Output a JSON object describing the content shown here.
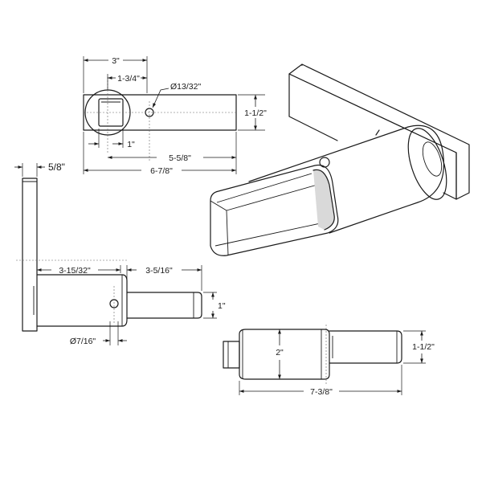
{
  "dimensions": {
    "top_overall_width": "3\"",
    "top_square_offset": "1-3/4\"",
    "top_hole_diameter": "Ø13/32\"",
    "top_height": "1-1/2\"",
    "top_square_size": "1\"",
    "top_hole_to_end": "5-5/8\"",
    "top_total_length": "6-7/8\"",
    "side_plate_thickness": "5/8\"",
    "side_body_length": "3-15/32\"",
    "side_shaft_length": "3-5/16\"",
    "side_shaft_width": "1\"",
    "side_hole_diameter": "Ø7/16\"",
    "bottom_body_diameter": "2\"",
    "bottom_shaft_diameter": "1-1/2\"",
    "bottom_total_length": "7-3/8\""
  }
}
